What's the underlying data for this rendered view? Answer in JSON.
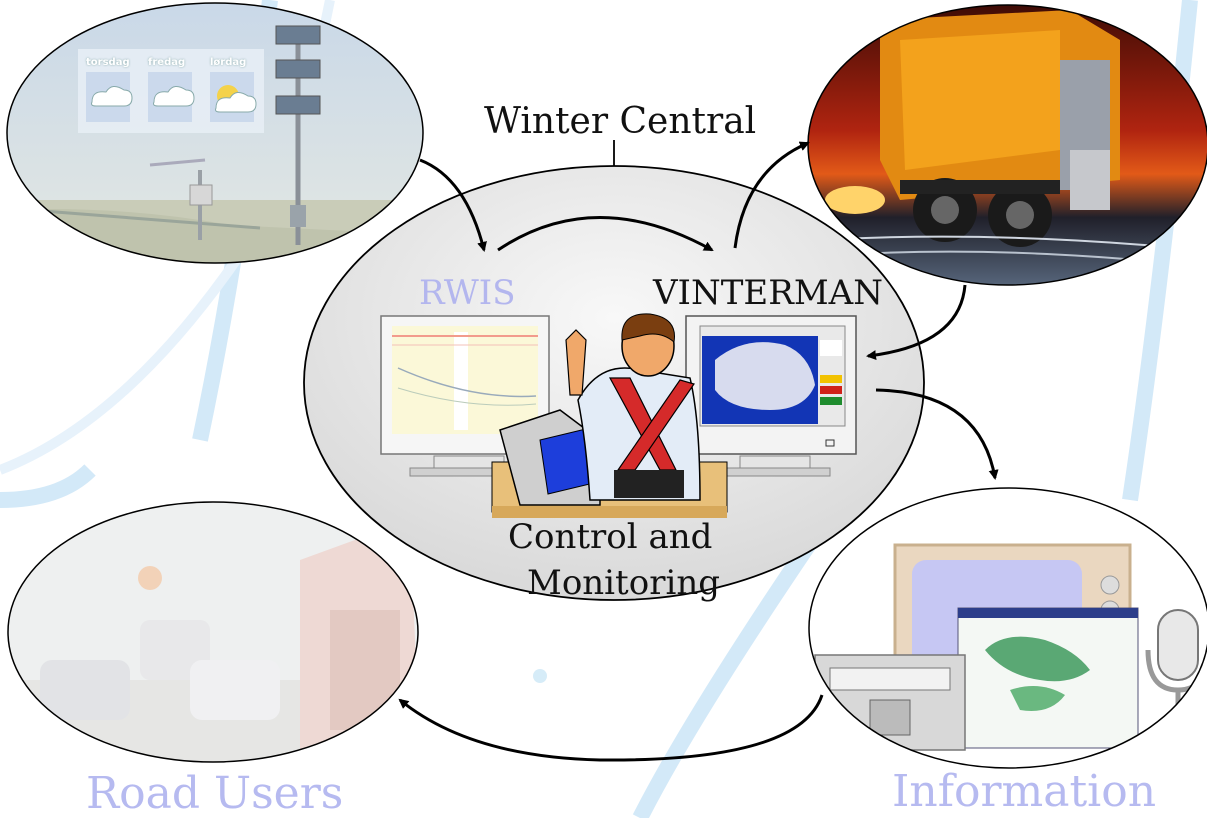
{
  "diagram": {
    "title": "Winter Central",
    "center": {
      "left_system": "RWIS",
      "right_system": "VINTERMAN",
      "caption_line1": "Control and",
      "caption_line2": "Monitoring"
    },
    "nodes": {
      "weather_station": {
        "forecast_days": [
          "torsdag",
          "fredag",
          "lørdag"
        ]
      },
      "road_users": {
        "label": "Road Users"
      },
      "information": {
        "label": "Information"
      }
    }
  },
  "colors": {
    "ellipse_stroke": "#000000",
    "arrow": "#000000",
    "faded_label": "#b6baf0",
    "background_arcs": "#cfe6f7"
  },
  "icons": [
    "weather-station-photo",
    "gritting-truck-photo",
    "operator-clipart",
    "computer-monitor-icon",
    "traffic-photo",
    "media-devices-clipart",
    "microphone-icon",
    "radio-icon"
  ]
}
